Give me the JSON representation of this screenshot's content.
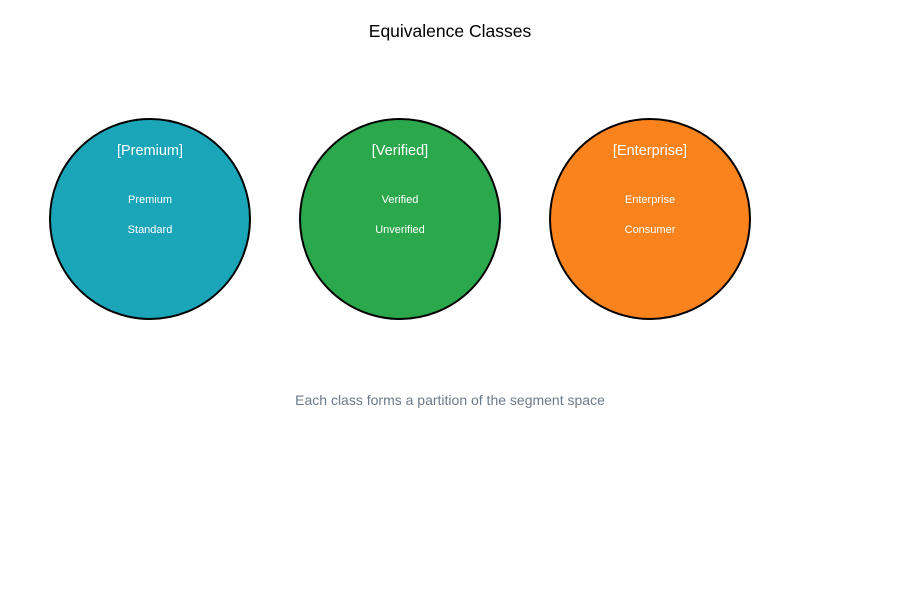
{
  "title": "Equivalence Classes",
  "caption": "Each class forms a partition of the segment space",
  "classes": [
    {
      "label": "[Premium]",
      "items": [
        "Premium",
        "Standard"
      ],
      "color": "#1AA5B8"
    },
    {
      "label": "[Verified]",
      "items": [
        "Verified",
        "Unverified"
      ],
      "color": "#2CA84C"
    },
    {
      "label": "[Enterprise]",
      "items": [
        "Enterprise",
        "Consumer"
      ],
      "color": "#FA831D"
    }
  ],
  "colors": {
    "background": "#ffffff",
    "circle_stroke": "#000000",
    "circle_text": "#ffffff",
    "title_text": "#000000",
    "caption": "#6c7a89"
  }
}
